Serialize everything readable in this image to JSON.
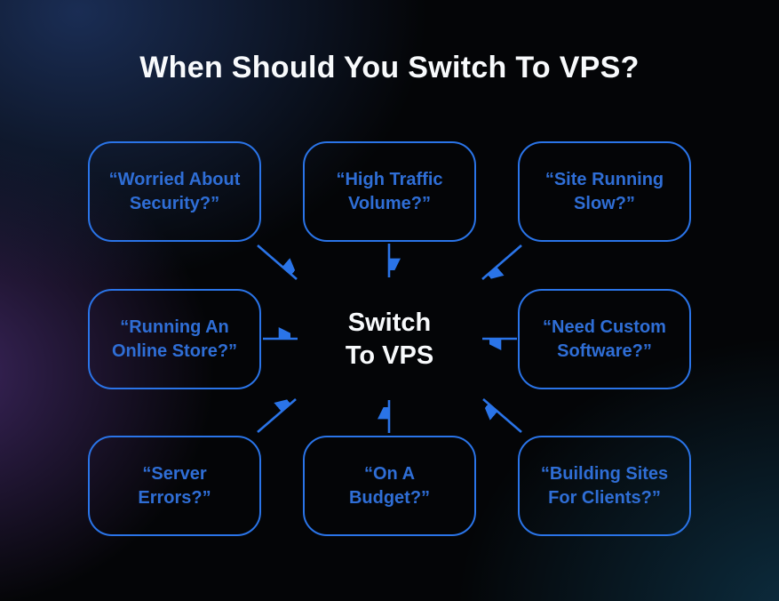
{
  "title": "When Should You Switch To VPS?",
  "center": {
    "line1": "Switch",
    "line2": "To VPS"
  },
  "boxes": [
    {
      "name": "worried-about-security",
      "line1": "“Worried About",
      "line2": "Security?”"
    },
    {
      "name": "high-traffic-volume",
      "line1": "“High Traffic",
      "line2": "Volume?”"
    },
    {
      "name": "site-running-slow",
      "line1": "“Site Running",
      "line2": "Slow?”"
    },
    {
      "name": "running-an-online-store",
      "line1": "“Running An",
      "line2": "Online Store?”"
    },
    {
      "name": "need-custom-software",
      "line1": "“Need Custom",
      "line2": "Software?”"
    },
    {
      "name": "server-errors",
      "line1": "“Server",
      "line2": "Errors?”"
    },
    {
      "name": "on-a-budget",
      "line1": "“On A",
      "line2": "Budget?”"
    },
    {
      "name": "building-sites-for-clients",
      "line1": "“Building Sites",
      "line2": "For Clients?”"
    }
  ],
  "colors": {
    "accent-blue": "#2a74e8",
    "box-text-blue": "#2f6ed6",
    "title-white": "#f8fafc",
    "bg-base": "#040507",
    "glow-navy": "#1b2f58",
    "glow-purple": "#402864",
    "glow-teal": "#0d2f42"
  }
}
